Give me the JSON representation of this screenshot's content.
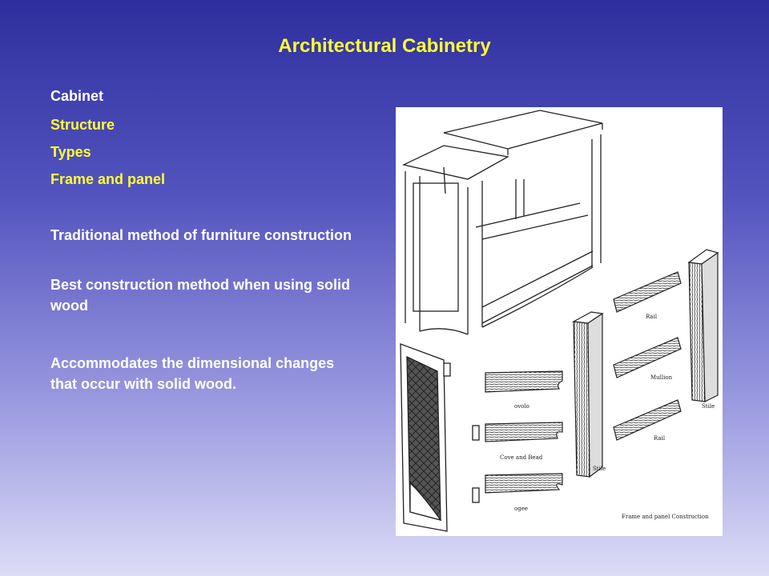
{
  "slide": {
    "title": "Architectural Cabinetry",
    "items": [
      {
        "text": "Cabinet",
        "color": "#ffffff"
      },
      {
        "text": "Structure",
        "color": "#ffff33"
      },
      {
        "text": "Types",
        "color": "#ffff33"
      },
      {
        "text": "Frame and panel",
        "color": "#ffff33"
      },
      {
        "text": "Traditional method of furniture construction",
        "color": "#ffffff"
      },
      {
        "text": "Best construction method when using solid wood",
        "color": "#ffffff"
      },
      {
        "text": "Accommodates the dimensional changes that occur with solid wood.",
        "color": "#ffffff"
      }
    ]
  },
  "figure": {
    "labels": {
      "rail_top": "Rail",
      "mullion": "Mullion",
      "rail_bottom": "Rail",
      "stile_left": "Stile",
      "stile_right": "Stile",
      "ovolo": "ovolo",
      "cove_and_bead": "Cove and Bead",
      "ogee": "ogee",
      "caption": "Frame and panel Construction"
    }
  }
}
